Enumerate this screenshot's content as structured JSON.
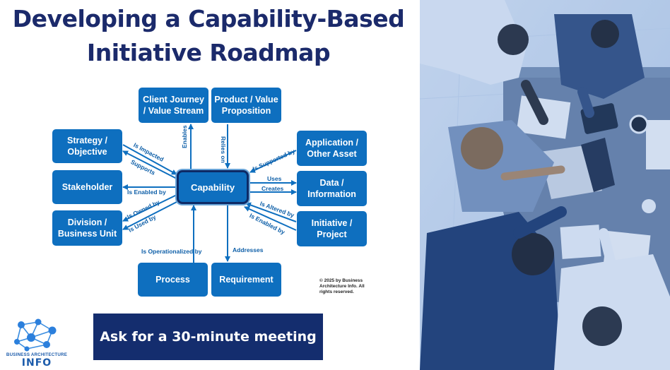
{
  "title": {
    "line1": "Developing a Capability-Based",
    "line2": "Initiative Roadmap"
  },
  "diagram": {
    "center": "Capability",
    "boxes": {
      "client_journey": "Client Journey / Value Stream",
      "product": "Product / Value Proposition",
      "strategy": "Strategy / Objective",
      "stakeholder": "Stakeholder",
      "division": "Division / Business Unit",
      "application": "Application / Other Asset",
      "data": "Data / Information",
      "initiative": "Initiative / Project",
      "process": "Process",
      "requirement": "Requirement"
    },
    "relationships": {
      "enables": "Enables",
      "relies_on": "Relies on",
      "is_impacted": "Is Impacted",
      "supports": "Supports",
      "is_enabled_by_left": "Is Enabled by",
      "is_owned_by": "Is Owned by",
      "is_used_by": "Is Used by",
      "is_supported_by": "Is Supported by",
      "uses": "Uses",
      "creates": "Creates",
      "is_altered_by": "Is Altered by",
      "is_enabled_by_right": "Is Enabled by",
      "is_operationalized_by": "Is Operationalized by",
      "addresses": "Addresses"
    },
    "copyright": "© 2025 by Business Architecture Info. All rights reserved."
  },
  "cta": {
    "label": "Ask for a 30-minute meeting"
  },
  "logo": {
    "line1": "BUSINESS ARCHITECTURE",
    "line2": "INFO"
  },
  "colors": {
    "title": "#1b2a6b",
    "box": "#0e6fbf",
    "cta": "#142d6e",
    "capability_border": "#0d2a66"
  }
}
